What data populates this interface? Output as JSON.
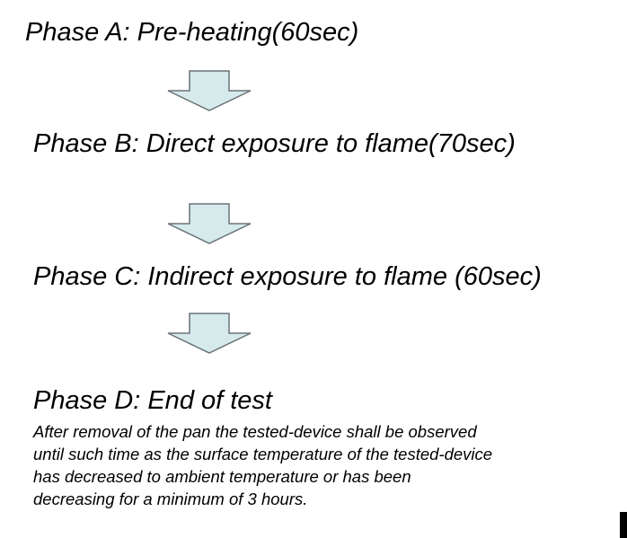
{
  "phases": [
    {
      "label": "Phase A: Pre-heating(60sec)"
    },
    {
      "label": "Phase B: Direct exposure to flame(70sec)"
    },
    {
      "label": "Phase C: Indirect exposure to flame (60sec)"
    },
    {
      "label": "Phase D: End of test"
    }
  ],
  "note": "After removal of the pan the tested-device shall be observed\nuntil such time as the surface temperature of the tested-device\nhas decreased to ambient temperature or has been\ndecreasing for a minimum of 3 hours.",
  "colors": {
    "arrow_fill": "#d6eaec",
    "arrow_stroke": "#6b7378",
    "text": "#000000"
  },
  "icons": [
    "down-arrow-icon",
    "down-arrow-icon",
    "down-arrow-icon"
  ]
}
